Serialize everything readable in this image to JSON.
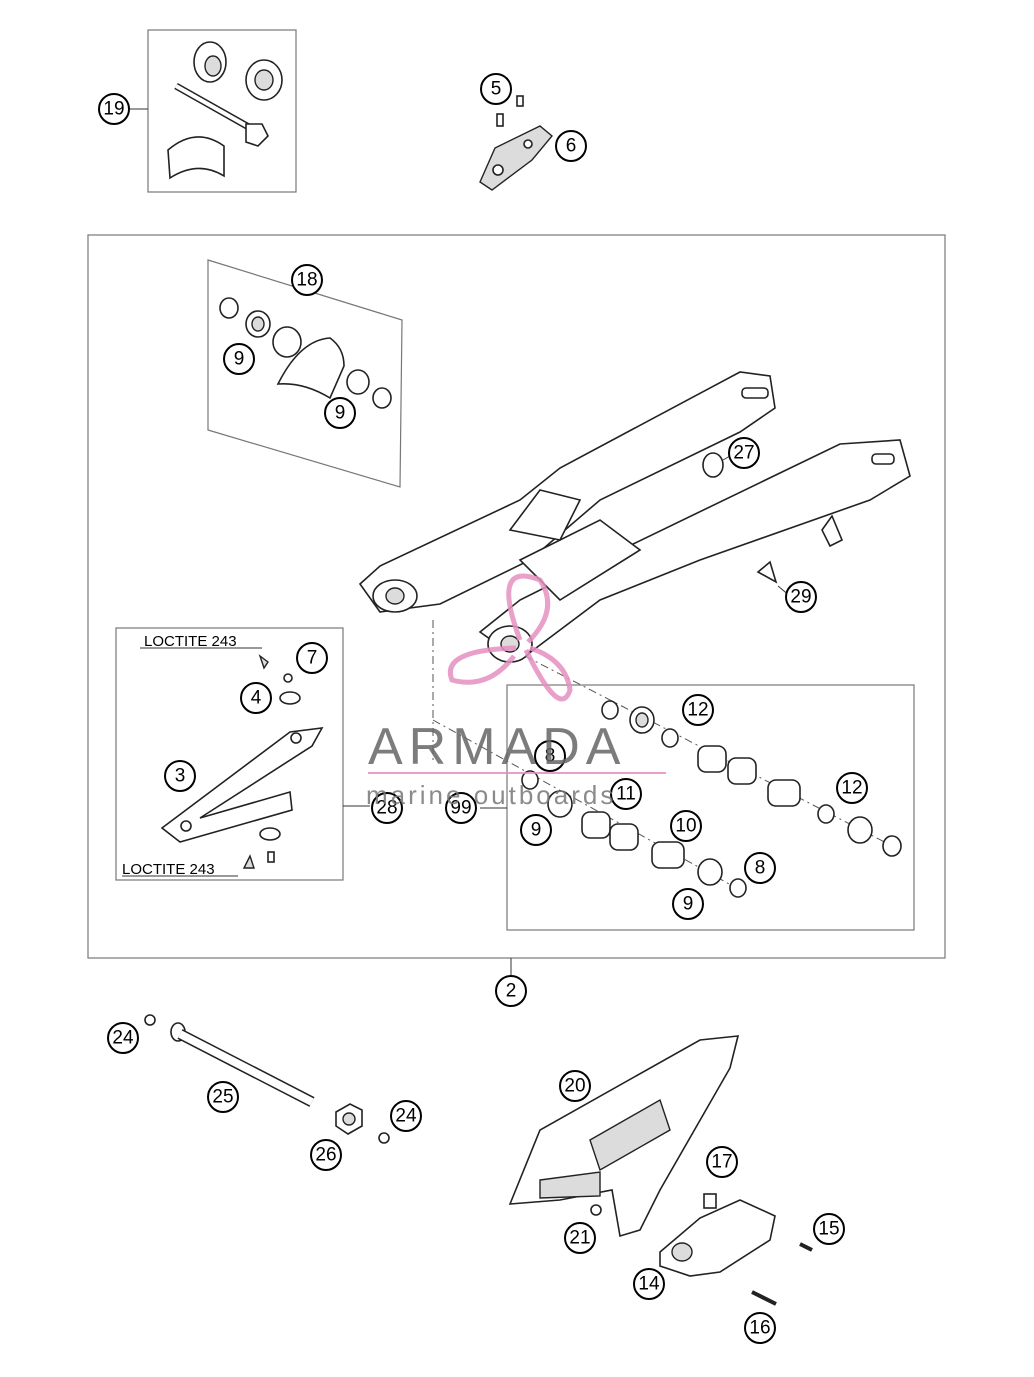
{
  "diagram": {
    "callouts": [
      "19",
      "5",
      "6",
      "18",
      "9",
      "9",
      "27",
      "29",
      "7",
      "4",
      "3",
      "28",
      "99",
      "8",
      "11",
      "9",
      "10",
      "8",
      "9",
      "12",
      "12",
      "2",
      "24",
      "25",
      "26",
      "24",
      "20",
      "17",
      "21",
      "15",
      "14",
      "16"
    ],
    "notes": [
      "LOCTITE 243",
      "LOCTITE 243"
    ]
  },
  "watermark": {
    "title": "ARMADA",
    "subtitle": "marine outboards",
    "accent_color": "#e58fc0",
    "text_color": "#666666"
  }
}
